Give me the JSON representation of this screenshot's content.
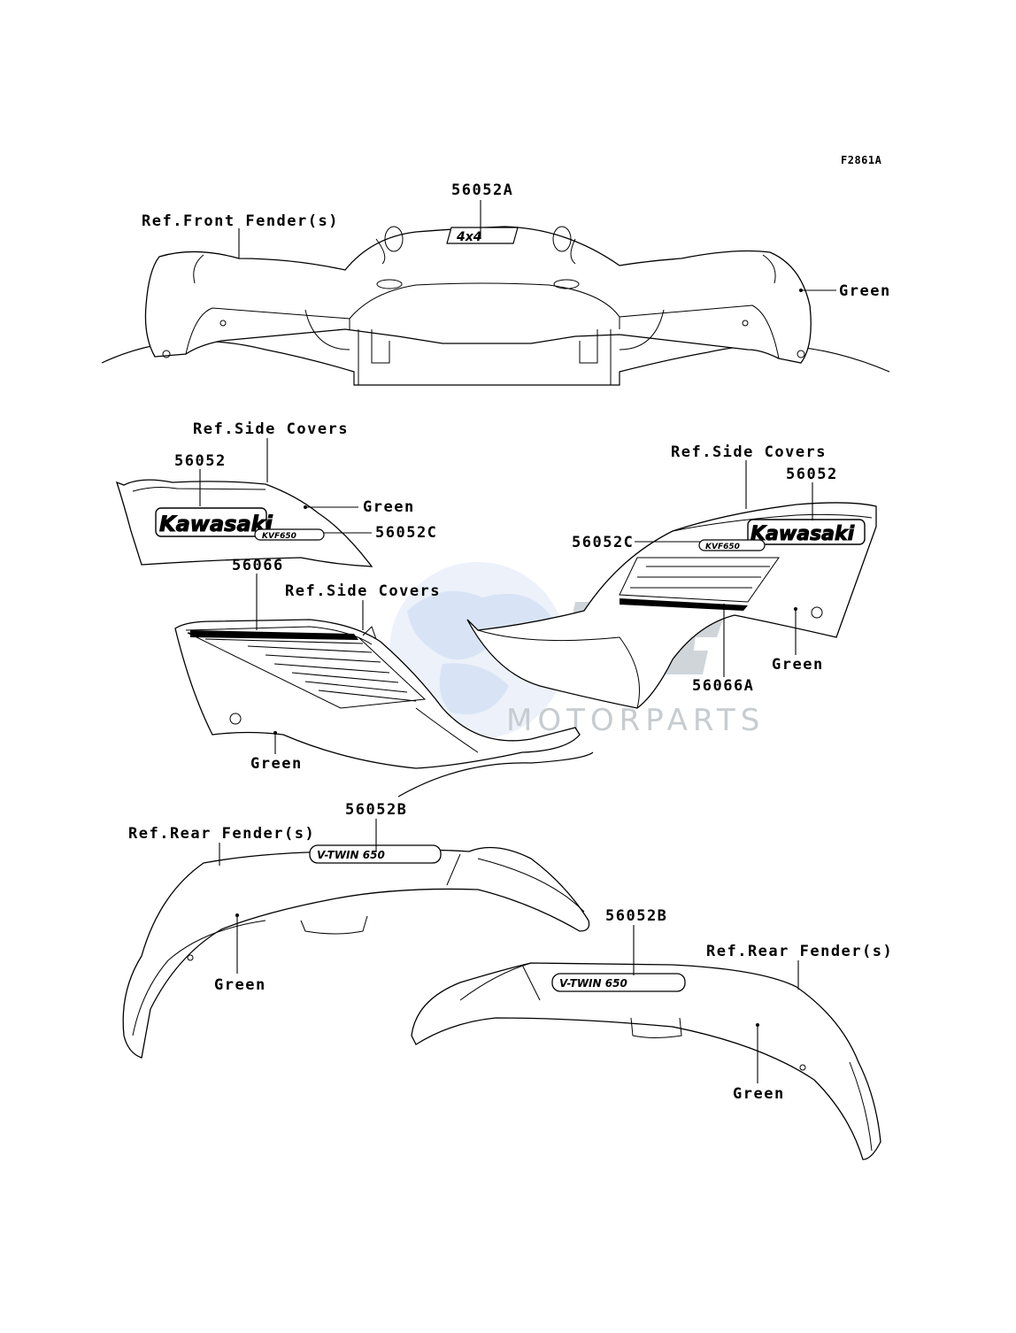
{
  "figure_code": "F2861A",
  "watermark": {
    "brand": "OEM",
    "subtitle": "MOTORPARTS"
  },
  "decals": {
    "kawasaki": "Kawasaki",
    "model": "KVF650",
    "vtwin": "V-TWIN 650",
    "fourbyfour": "4x4"
  },
  "labels": {
    "front_part": "56052A",
    "ref_front_fender": "Ref.Front Fender(s)",
    "green_front": "Green",
    "ref_side_covers_left": "Ref.Side Covers",
    "p56052_left": "56052",
    "green_left_cover": "Green",
    "p56052c_left": "56052C",
    "p56066": "56066",
    "ref_side_covers_mid": "Ref.Side Covers",
    "green_left_lower": "Green",
    "ref_side_covers_right": "Ref.Side Covers",
    "p56052_right": "56052",
    "p56052c_right": "56052C",
    "p56066a": "56066A",
    "green_right_lower": "Green",
    "p56052b_left": "56052B",
    "ref_rear_fender_left": "Ref.Rear Fender(s)",
    "green_rear_left": "Green",
    "p56052b_right": "56052B",
    "ref_rear_fender_right": "Ref.Rear Fender(s)",
    "green_rear_right": "Green"
  }
}
